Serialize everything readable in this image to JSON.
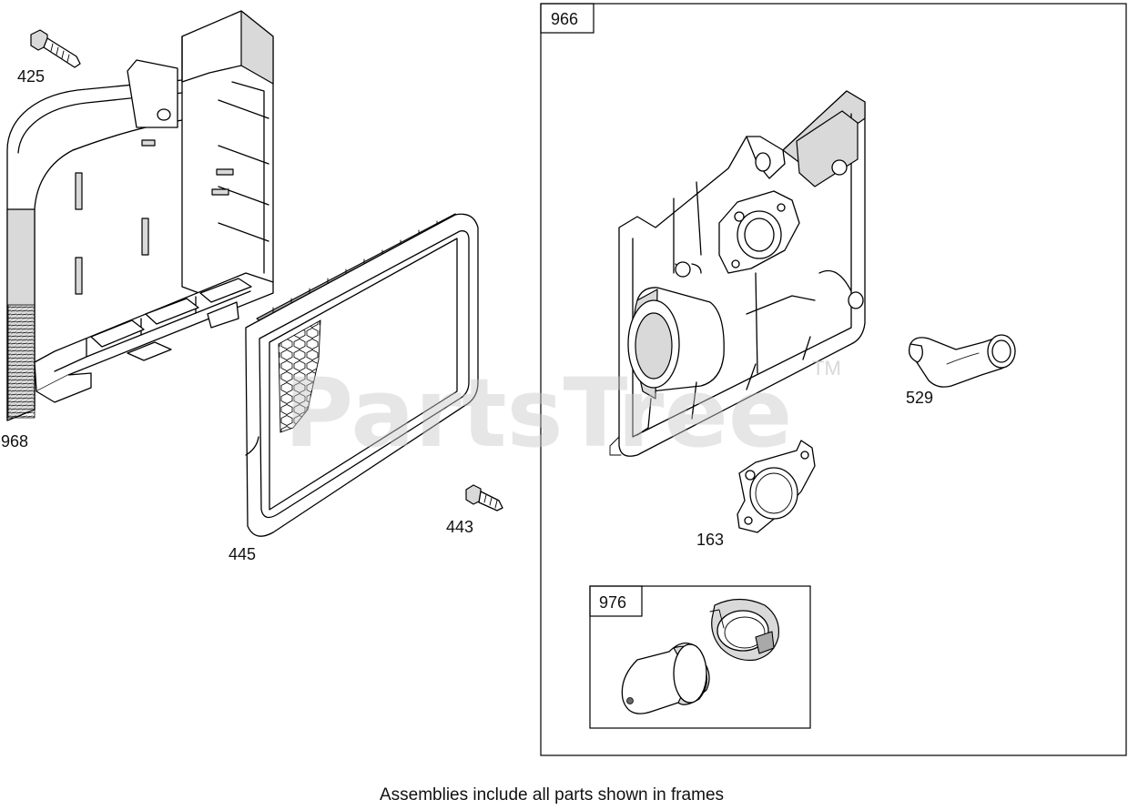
{
  "watermark": {
    "brand": "PartsTree",
    "trademark": "TM"
  },
  "callouts": {
    "p425": "425",
    "p968": "968",
    "p445": "445",
    "p443": "443",
    "p966": "966",
    "p529": "529",
    "p163": "163",
    "p976": "976"
  },
  "caption": "Assemblies include all parts shown in frames",
  "colors": {
    "line": "#000000",
    "shade": "#d9d9d9",
    "dark_shade": "#a9a9a9",
    "watermark": "#c8c8c8"
  }
}
